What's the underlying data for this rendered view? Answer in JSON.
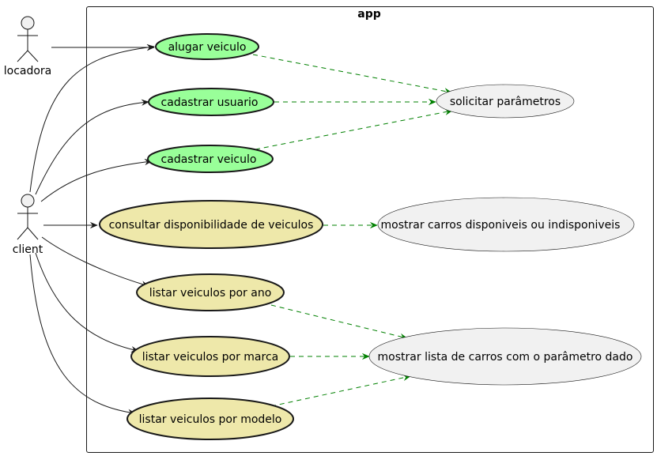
{
  "boundary": {
    "title": "app"
  },
  "actors": {
    "locadora": "locadora",
    "client": "client"
  },
  "use_cases": {
    "alugar": "alugar veiculo",
    "cad_usuario": "cadastrar usuario",
    "cad_veiculo": "cadastrar veiculo",
    "consultar": "consultar disponibilidade de veiculos",
    "por_ano": "listar veiculos por ano",
    "por_marca": "listar veiculos por marca",
    "por_modelo": "listar veiculos por modelo",
    "solicitar": "solicitar parâmetros",
    "mostrar_disp": "mostrar carros disponiveis ou indisponiveis",
    "mostrar_lista": "mostrar lista de carros com o parâmetro dado"
  },
  "colors": {
    "green_fill": "#99ff99",
    "khaki_fill": "#eee8aa",
    "light_fill": "#f1f1f1",
    "include_arrow": "#008000",
    "association": "#181818"
  }
}
